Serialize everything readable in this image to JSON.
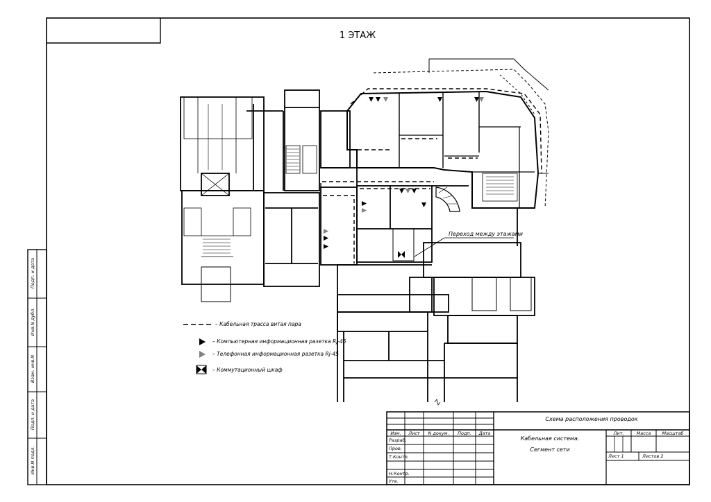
{
  "drawing": {
    "title": "1 ЭТАЖ",
    "annotation": "Переход между этажами"
  },
  "legend": [
    {
      "symbol": "dashed-line",
      "label": "– Кабельная трасса витая пара"
    },
    {
      "symbol": "black-triangle",
      "label": "– Компьютерная информационная разетка Rj-45"
    },
    {
      "symbol": "grey-triangle",
      "label": "– Телефонная информационная разетка Rj-45"
    },
    {
      "symbol": "bowtie",
      "label": "– Коммутационный шкаф"
    }
  ],
  "side_stamp": [
    "Подп. и дата",
    "Инв.N дубл.",
    "Взам. инв.N",
    "Подп. и дата",
    "Инв.N подл."
  ],
  "title_block": {
    "doc_title": "Схема расположения проводок",
    "columns": [
      "Изм.",
      "Лист",
      "N докум.",
      "Подп.",
      "Дата"
    ],
    "roles": [
      "Разраб.",
      "Пров.",
      "Т.Контр.",
      "",
      "Н.Контр.",
      "Утв."
    ],
    "system_name_1": "Кабельная система.",
    "system_name_2": "Сегмент сети",
    "lit_label": "Лит.",
    "mass_label": "Масса",
    "scale_label": "Масштаб",
    "sheet_label": "Лист 1",
    "sheets_label": "Листов 2"
  },
  "colors": {
    "line": "#000000",
    "grey_outlet": "#808080",
    "paper": "#ffffff"
  }
}
